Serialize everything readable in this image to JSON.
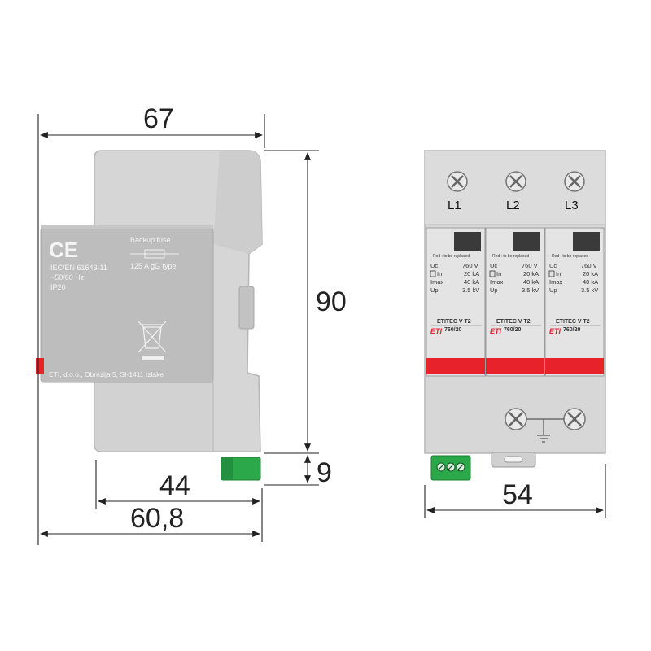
{
  "colors": {
    "body_gray": "#d7d7d7",
    "label_gray": "#bcbcbc",
    "accent_red": "#e8222b",
    "terminal_green": "#2aa84a",
    "dim_line": "#222222"
  },
  "side_view": {
    "ce_mark": "CE",
    "backup_fuse_title": "Backup fuse",
    "fuse_rating": "125 A gG type",
    "standard": "IEC/EN 61643-11",
    "frequency": "~50/60 Hz",
    "ip_rating": "IP20",
    "manufacturer": "ETI, d.o.o., Obrezija 5, SI-1411 Izlake",
    "weee_icon": "crossed-bin-icon"
  },
  "front_view": {
    "terminals": [
      "L1",
      "L2",
      "L3"
    ],
    "modules": [
      {
        "status": "Red : to be replaced",
        "rows": [
          [
            "Uc",
            "760 V"
          ],
          [
            "In",
            "20 kA"
          ],
          [
            "Imax",
            "40 kA"
          ],
          [
            "Up",
            "3.5 kV"
          ]
        ],
        "type_name": "ETITEC V T2",
        "rating": "760/20",
        "brand": "ETI"
      },
      {
        "status": "Red : to be replaced",
        "rows": [
          [
            "Uc",
            "760 V"
          ],
          [
            "In",
            "20 kA"
          ],
          [
            "Imax",
            "40 kA"
          ],
          [
            "Up",
            "3.5 kV"
          ]
        ],
        "type_name": "ETITEC V T2",
        "rating": "760/20",
        "brand": "ETI"
      },
      {
        "status": "Red : to be replaced",
        "rows": [
          [
            "Uc",
            "760 V"
          ],
          [
            "In",
            "20 kA"
          ],
          [
            "Imax",
            "40 kA"
          ],
          [
            "Up",
            "3.5 kV"
          ]
        ],
        "type_name": "ETITEC V T2",
        "rating": "760/20",
        "brand": "ETI"
      }
    ],
    "ground_icon": "ground-icon"
  },
  "dimensions": {
    "total_depth": "67",
    "height": "90",
    "connector_height": "9",
    "front_depth": "44",
    "rail_depth": "60,8",
    "width": "54"
  }
}
